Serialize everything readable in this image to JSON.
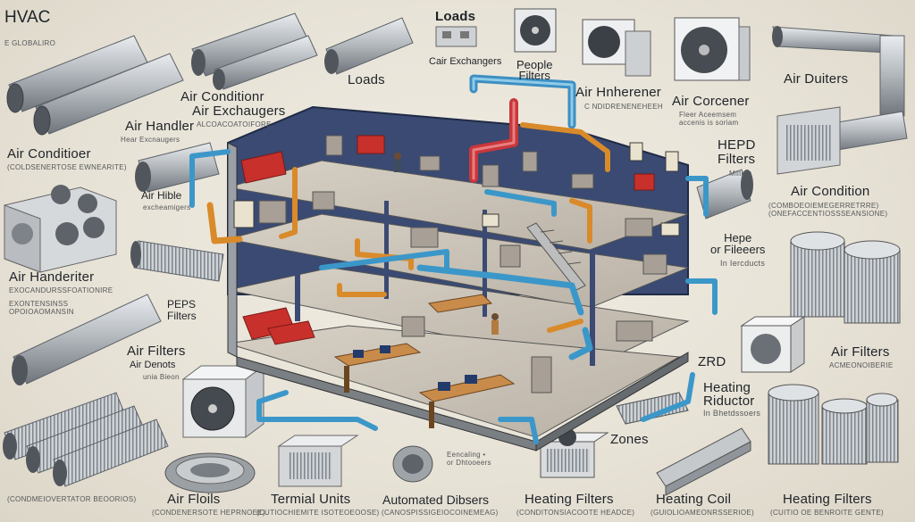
{
  "title": "HVAC",
  "title_sub": "E GLOBALIRO",
  "labels": {
    "loads_top": "Loads",
    "loads_mid": "Loads",
    "cair_exchangers": "Cair Exchangers",
    "people_filters": "People\nFilters",
    "air_hnherener": "Air Hnherener",
    "air_hnherener_sub": "C NDIDRENENEHEEH",
    "air_corcener": "Air Corcener",
    "air_corcener_sub": "Fleer Aceemsem\naccenis is soriam",
    "air_duiters": "Air Duiters",
    "air_condition_l1": "Air Conditionr",
    "air_exchangers": "Air Exchaugers",
    "air_exchangers_sub": "ALCOACOATOIFORE",
    "air_handler": "Air Handler",
    "air_handler_sub": "Hear Excnaugers",
    "air_conditioer": "Air Conditioer",
    "air_conditioer_sub": "(COLDSENERTOSE EWNEARITE)",
    "air_hible": "Air Hible",
    "air_hible_sub": "excheamigers",
    "air_handeriter": "Air Handeriter",
    "air_handeriter_sub1": "EXOCANDURSSFOATIONIRE",
    "air_handeriter_sub2": "EXONTENSINSS\nOPOIOAOMANSIN",
    "peps": "PEPS\nFilters",
    "air_filters_l": "Air Filters",
    "air_filters_l_sub": "Air Denots",
    "air_filters_l_sub2": "unia Bieon",
    "hepd": "HEPD\nFilters",
    "hepd_sub": "Milters",
    "air_condition_r": "Air Condition",
    "air_condition_r_sub": "(COMBOEOIEMEGERRETRRE)\n(ONEFACCENTIOSSSEANSIONE)",
    "hepe": "Hepe\nor Fileeers",
    "hepe_sub": "In Iercducts",
    "zrd": "ZRD",
    "heating_riductor": "Heating\nRiductor",
    "heating_riductor_sub": "In Bhetdssoers",
    "air_filters_r": "Air Filters",
    "air_filters_r_sub": "ACMEONOIBERIE",
    "zones": "Zones",
    "decoraling": "Eencaling •\nor Dhtooeers",
    "air_floils": "Air Floils",
    "air_floils_sub": "(CONDENERSOTE HEPRNOEE)",
    "terminal_units": "Termial Units",
    "terminal_units_sub": "(CUTIOCHIEMITE ISOTEOEOOSE)",
    "automated_dibsers": "Automated Dibsers",
    "automated_dibsers_sub": "(CANOSPISSIGEIOCOINEMEAG)",
    "heating_filters_m": "Heating Filters",
    "heating_filters_m_sub": "(CONDITONSIACOOTE HEADCE)",
    "heating_coil": "Heating Coil",
    "heating_coil_sub": "(GUIOLIOAMEONRSSERIOE)",
    "heating_filters_r": "Heating Filters",
    "heating_filters_r_sub": "(CUITIO OE BENROITE GENTE)",
    "bottom_left_sub": "(CONDMEIOVERTATOR BEOORIOS)"
  },
  "colors": {
    "background": "#e9e4d8",
    "duct_metal": "#b7bcc1",
    "pipe_blue": "#3c97c9",
    "pipe_red": "#c9373a",
    "pipe_orange": "#d98a2a",
    "wall_navy": "#2f3f66",
    "floor": "#cfc7bb",
    "sofa_red": "#c8302c"
  },
  "icons": [
    "duct-icon",
    "fan-unit-icon",
    "condenser-icon",
    "filter-cylinder-icon",
    "heating-coil-icon",
    "diffuser-icon"
  ]
}
